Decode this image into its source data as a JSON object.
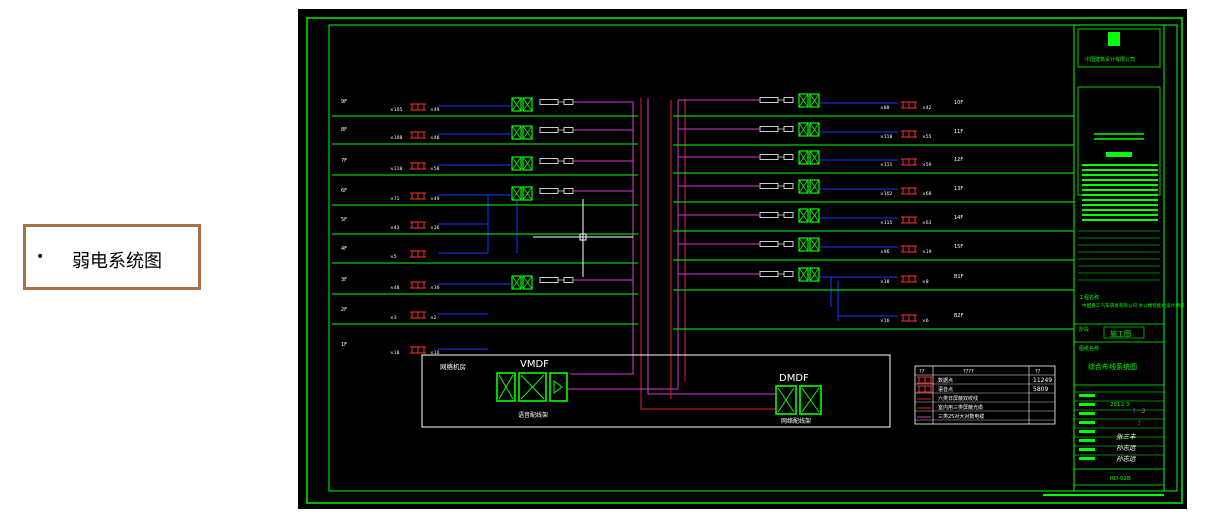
{
  "caption": {
    "bullet": "•",
    "text": "弱电系统图"
  },
  "colors": {
    "background": "#000000",
    "frame": "#00ff00",
    "riser_blue": "#1a33ff",
    "riser_magenta": "#d43bd4",
    "riser_red": "#e0202a",
    "floor_line": "#00ff00",
    "outlet_red": "#ff3030"
  },
  "left_floors": [
    {
      "label": "9F",
      "a": "×105",
      "b": "×49"
    },
    {
      "label": "8F",
      "a": "×108",
      "b": "×48"
    },
    {
      "label": "7F",
      "a": "×118",
      "b": "×58"
    },
    {
      "label": "6F",
      "a": "×71",
      "b": "×49"
    },
    {
      "label": "5F",
      "a": "×43",
      "b": "×36"
    },
    {
      "label": "4F",
      "a": "×5",
      "b": ""
    },
    {
      "label": "3F",
      "a": "×48",
      "b": "×36"
    },
    {
      "label": "2F",
      "a": "×3",
      "b": "×2"
    },
    {
      "label": "1F",
      "a": "×18",
      "b": "×10"
    }
  ],
  "right_floors": [
    {
      "label": "10F",
      "a": "×88",
      "b": "×42"
    },
    {
      "label": "11F",
      "a": "×118",
      "b": "×55"
    },
    {
      "label": "12F",
      "a": "×111",
      "b": "×59"
    },
    {
      "label": "13F",
      "a": "×102",
      "b": "×68"
    },
    {
      "label": "14F",
      "a": "×115",
      "b": "×63"
    },
    {
      "label": "15F",
      "a": "×96",
      "b": "×19"
    },
    {
      "label": "B1F",
      "a": "×18",
      "b": "×8"
    },
    {
      "label": "B2F",
      "a": "×16",
      "b": "×6"
    }
  ],
  "machine_room": {
    "label": "网络机房",
    "vmdf": {
      "title": "VMDF",
      "sub": "语音配线架"
    },
    "dmdf": {
      "title": "DMDF",
      "sub": "网络配线架"
    }
  },
  "legend": {
    "headers": [
      "??",
      "????",
      "??"
    ],
    "rows": [
      {
        "desc": "数据点",
        "value": "11249"
      },
      {
        "desc": "语音点",
        "value": "5809"
      },
      {
        "desc": "六类非屏蔽双绞线",
        "value": ""
      },
      {
        "desc": "室内用三类屏蔽光缆",
        "value": ""
      },
      {
        "desc": "三类25对大对数电缆",
        "value": ""
      }
    ]
  },
  "title_block": {
    "company": "中国建筑设计有限公司",
    "project_label": "工程名称",
    "project": "中国重工汽车研发有限公司 办公楼智能化设计项目",
    "stage_label": "阶段",
    "stage": "施工图",
    "drawing_label": "图纸名称",
    "drawing": "综合布线系统图",
    "date": "2012.3",
    "drawing_no": "RD-02B",
    "signatures": [
      "张三丰",
      "孙志远",
      "孙志远"
    ]
  }
}
